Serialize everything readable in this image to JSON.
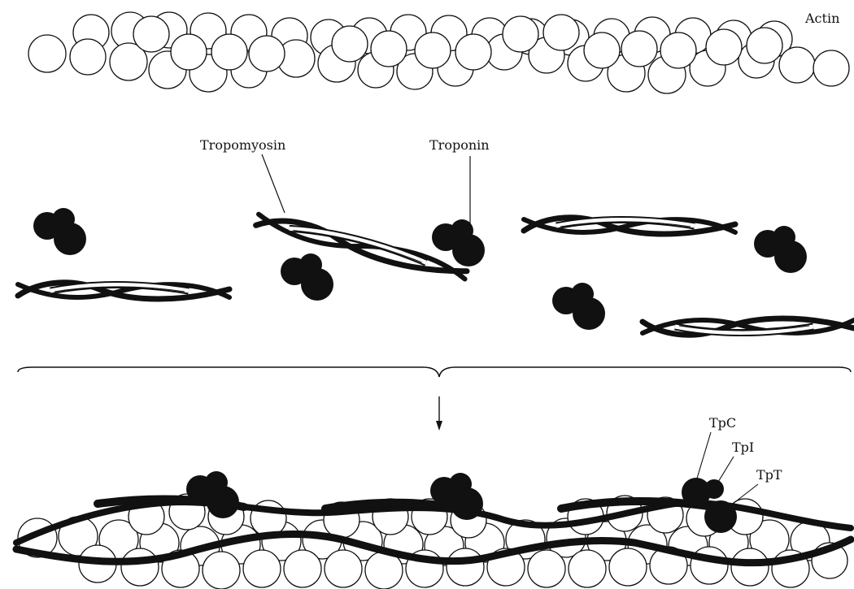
{
  "labels": {
    "actin": "Actin",
    "tropomyosin": "Tropomyosin",
    "troponin": "Troponin",
    "tpc": "TpC",
    "tpi": "TpI",
    "tpt": "TpT"
  },
  "colors": {
    "ink": "#111111",
    "bead_fill": "#ffffff"
  },
  "icons": {
    "reaction_arrow": "down-arrow",
    "grouping_brace": "horizontal-brace"
  }
}
